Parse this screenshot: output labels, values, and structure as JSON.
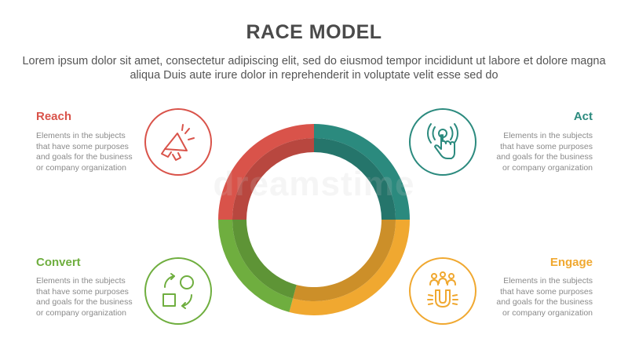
{
  "title": "RACE MODEL",
  "subtitle": "Lorem ipsum dolor sit amet, consectetur adipiscing elit, sed do eiusmod tempor incididunt ut labore et dolore magna aliqua Duis aute irure dolor in reprehenderit in voluptate velit esse sed do",
  "watermark": "dreamstime",
  "stages": {
    "reach": {
      "label": "Reach",
      "description": "Elements in the subjects\nthat have some purposes\nand goals for the  business\nor company organization",
      "color": "#d9534a",
      "icon": "megaphone-icon"
    },
    "act": {
      "label": "Act",
      "description": "Elements in the subjects\nthat have some purposes\nand goals for the  business\nor company organization",
      "color": "#2b8a7e",
      "icon": "touch-hand-icon"
    },
    "convert": {
      "label": "Convert",
      "description": "Elements in the subjects\nthat have some purposes\nand goals for the  business\nor company organization",
      "color": "#6fae3f",
      "icon": "shapes-cycle-icon"
    },
    "engage": {
      "label": "Engage",
      "description": "Elements in the subjects\nthat have some purposes\nand goals for the  business\nor company organization",
      "color": "#f0a830",
      "icon": "magnet-people-icon"
    }
  }
}
